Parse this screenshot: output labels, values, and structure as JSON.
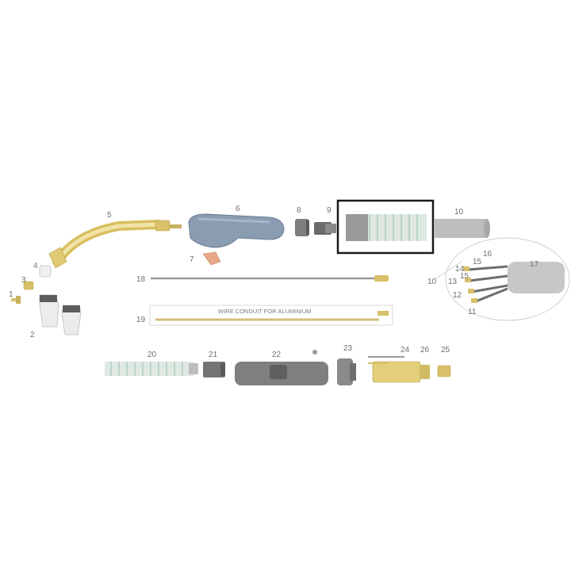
{
  "labels": {
    "p1": "1",
    "p2": "2",
    "p3": "3",
    "p4": "4",
    "p5": "5",
    "p6": "6",
    "p7": "7",
    "p8": "8",
    "p9": "9",
    "p10": "10",
    "p10b": "10",
    "p11": "11",
    "p12": "12",
    "p13": "13",
    "p14": "14",
    "p15": "15",
    "p16": "16",
    "p17": "17",
    "p18": "18",
    "p19": "19",
    "p20": "20",
    "p21": "21",
    "p22": "22",
    "p23": "23",
    "p24": "24",
    "p25": "25",
    "p26": "26"
  },
  "captions": {
    "conduit_alu": "WIRE CONDUIT FOR ALUMINIUM"
  },
  "colors": {
    "brass": "#e3cf7a",
    "brass_dark": "#b79a3e",
    "grip": "#8a9cb0",
    "grip_dark": "#6b7d92",
    "grey": "#bdbdbd",
    "grey_dark": "#8d8d8d",
    "spring": "#cfe3d8",
    "copper": "#e7a88a",
    "highlight": "#1a1a1a"
  }
}
